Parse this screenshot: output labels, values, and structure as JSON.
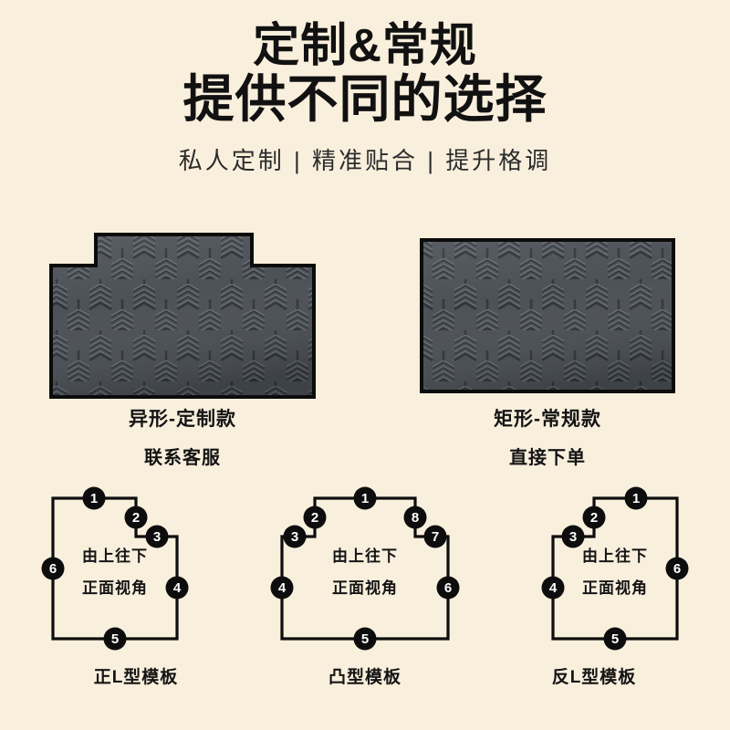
{
  "page": {
    "background_color": "#f9efdd",
    "text_color": "#111111"
  },
  "header": {
    "title_line_1": "定制&常规",
    "title_line_2": "提供不同的选择",
    "subtitle": "私人定制 | 精准贴合 | 提升格调",
    "subtitle_parts": [
      "私人定制",
      "精准贴合",
      "提升格调"
    ]
  },
  "mats": [
    {
      "id": "custom",
      "shape": "irregular-stepped",
      "caption_main": "异形-定制款",
      "caption_sub": "联系客服",
      "mat_border_color": "#0d0d0d",
      "mat_surface_color": "#4a4f55"
    },
    {
      "id": "regular",
      "shape": "rectangle",
      "caption_main": "矩形-常规款",
      "caption_sub": "直接下单",
      "mat_border_color": "#0d0d0d",
      "mat_surface_color": "#4a4f55"
    }
  ],
  "templates": [
    {
      "id": "l-shape-normal",
      "caption": "正L型模板",
      "inner_text_line_1": "由上往下",
      "inner_text_line_2": "正面视角",
      "edge_count": 6,
      "edge_numbers": [
        "1",
        "2",
        "3",
        "4",
        "5",
        "6"
      ]
    },
    {
      "id": "convex-shape",
      "caption": "凸型模板",
      "inner_text_line_1": "由上往下",
      "inner_text_line_2": "正面视角",
      "edge_count": 8,
      "edge_numbers": [
        "1",
        "2",
        "3",
        "4",
        "5",
        "6",
        "7",
        "8"
      ]
    },
    {
      "id": "l-shape-reversed",
      "caption": "反L型模板",
      "inner_text_line_1": "由上往下",
      "inner_text_line_2": "正面视角",
      "edge_count": 6,
      "edge_numbers": [
        "1",
        "2",
        "3",
        "4",
        "5",
        "6"
      ]
    }
  ]
}
